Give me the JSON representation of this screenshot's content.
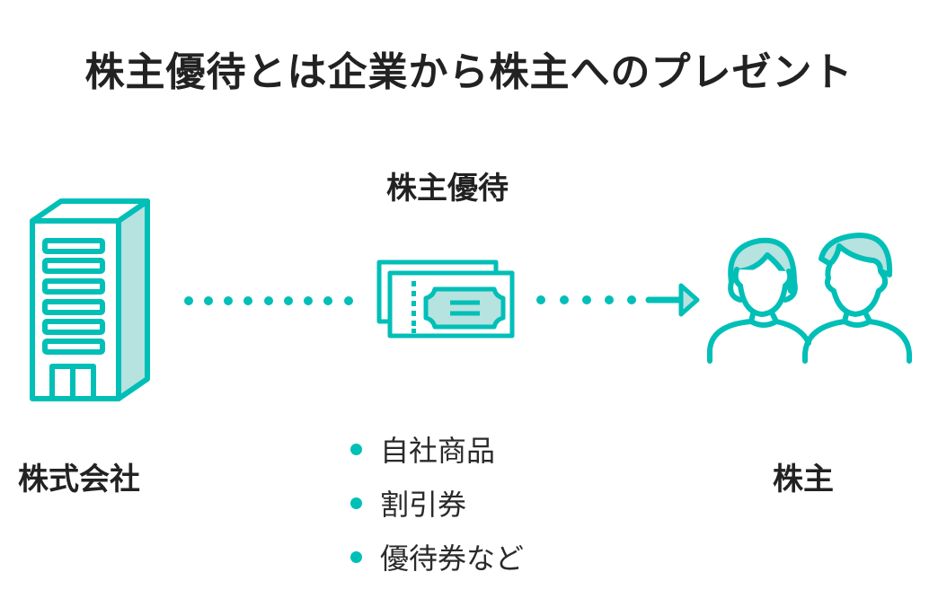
{
  "title": "株主優待とは企業から株主へのプレゼント",
  "perk_label": "株主優待",
  "company_label": "株式会社",
  "shareholder_label": "株主",
  "perk_examples": [
    "自社商品",
    "割引券",
    "優待券など"
  ],
  "colors": {
    "accent": "#00bfb7",
    "accent_light": "#b6e2df",
    "text": "#222222"
  },
  "icons": {
    "company": "office-building-icon",
    "perk": "ticket-icon",
    "shareholders": "people-icon",
    "flow": "dotted-arrow-icon"
  }
}
